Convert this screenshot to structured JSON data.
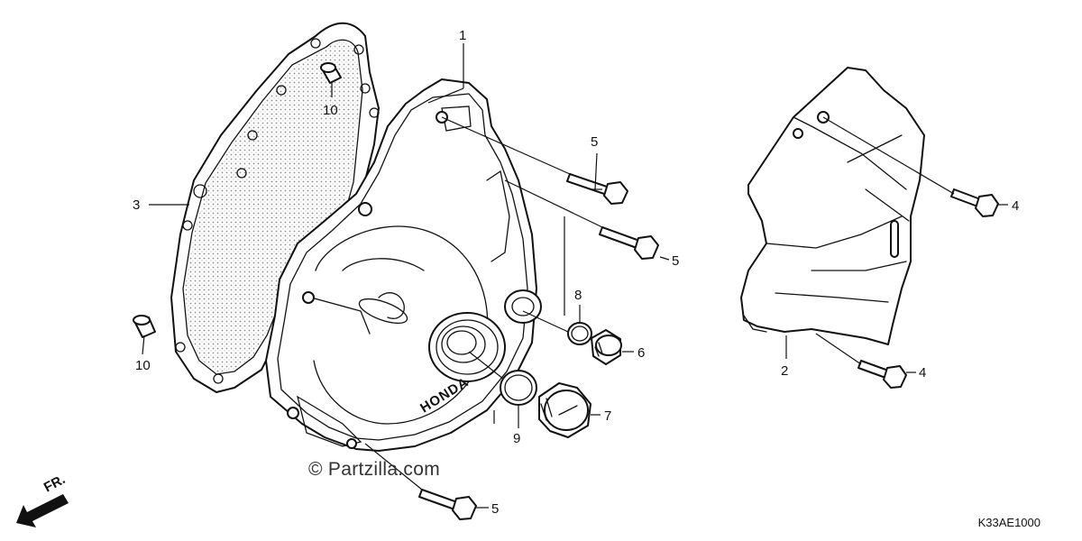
{
  "watermark": "© Partzilla.com",
  "diagram_code": "K33AE1000",
  "direction_label": "FR.",
  "brand_mark": "HONDA",
  "callouts": {
    "c1": "1",
    "c2": "2",
    "c3": "3",
    "c4a": "4",
    "c4b": "4",
    "c5a": "5",
    "c5b": "5",
    "c5c": "5",
    "c6": "6",
    "c7": "7",
    "c8": "8",
    "c9": "9",
    "c10a": "10",
    "c10b": "10"
  },
  "colors": {
    "line": "#111111",
    "stipple": "#8a8a8a",
    "background": "#ffffff"
  }
}
